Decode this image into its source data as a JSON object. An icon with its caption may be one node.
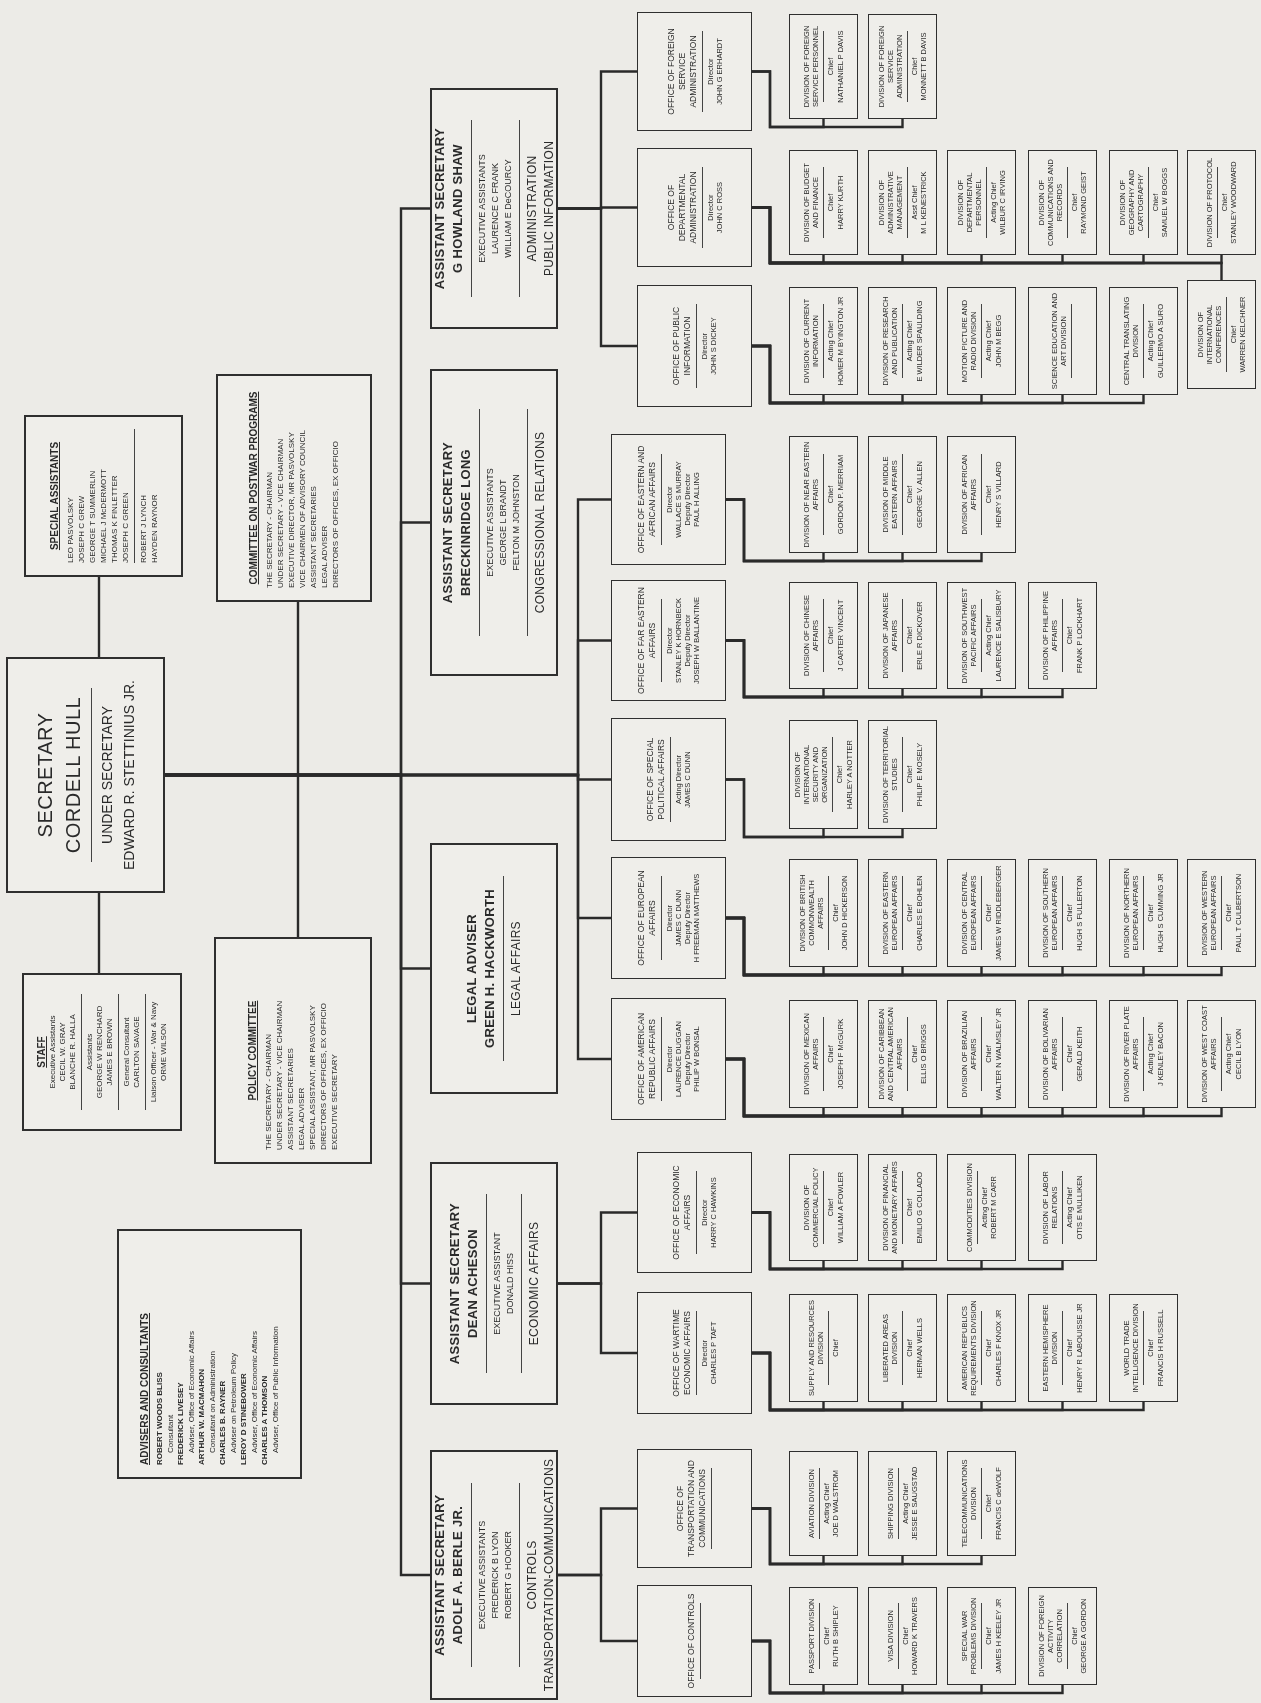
{
  "diagram": {
    "nodes": [
      {
        "text": [
          "SECRETARY",
          "CORDELL HULL",
          "UNDER SECRETARY",
          "EDWARD R. STETTINIUS JR."
        ]
      },
      {
        "text": [
          "SPECIAL ASSISTANTS",
          "LEO PASVOLSKY",
          "JOSEPH C GREW",
          "GEORGE T SUMMERLIN",
          "MICHAEL J McDERMOTT",
          "THOMAS K FINLETTER",
          "JOSEPH C GREEN",
          "ROBERT J LYNCH",
          "HAYDEN RAYNOR"
        ]
      },
      {
        "text": [
          "COMMITTEE ON POSTWAR PROGRAMS",
          "THE SECRETARY - CHAIRMAN",
          "UNDER SECRETARY - VICE CHAIRMAN",
          "EXECUTIVE DIRECTOR, MR PASVOLSKY",
          "VICE CHAIRMEN OF ADVISORY COUNCIL",
          "ASSISTANT SECRETARIES",
          "LEGAL ADVISER",
          "DIRECTORS OF OFFICES, EX OFFICIO"
        ]
      },
      {
        "text": [
          "STAFF",
          "Executive Assistants",
          "CECIL W. GRAY",
          "BLANCHE R. HALLA",
          "Assistants",
          "GEORGE W RENCHARD",
          "JAMES E BROWN",
          "General Consultant",
          "CARLTON SAVAGE",
          "Liaison Officer - War & Navy",
          "ORME WILSON"
        ]
      },
      {
        "text": [
          "POLICY COMMITTEE",
          "THE SECRETARY - CHAIRMAN",
          "UNDER SECRETARY - VICE CHAIRMAN",
          "ASSISTANT SECRETARIES",
          "LEGAL ADVISER",
          "SPECIAL ASSISTANT, MR PASVOLSKY",
          "DIRECTORS OF OFFICES, EX OFFICIO",
          "EXECUTIVE SECRETARY"
        ]
      },
      {
        "text": [
          "ADVISERS AND CONSULTANTS",
          "ROBERT WOODS BLISS",
          "Consultant",
          "FREDERICK LIVESEY",
          "Adviser, Office of Economic Affairs",
          "ARTHUR W. MACMAHON",
          "Consultant on Administration",
          "CHARLES B. RAYNER",
          "Adviser on Petroleum Policy",
          "LEROY D STINEBOWER",
          "Adviser, Office of Economic Affairs",
          "CHARLES A THOMSON",
          "Adviser, Office of Public Information"
        ]
      },
      {
        "text": [
          "ASSISTANT SECRETARY",
          "ADOLF A. BERLE JR.",
          "EXECUTIVE ASSISTANTS",
          "FREDERICK B LYON",
          "ROBERT G HOOKER",
          "CONTROLS",
          "TRANSPORTATION-COMMUNICATIONS"
        ]
      },
      {
        "text": [
          "ASSISTANT SECRETARY",
          "DEAN ACHESON",
          "EXECUTIVE ASSISTANT",
          "DONALD HISS",
          "ECONOMIC AFFAIRS"
        ]
      },
      {
        "text": [
          "LEGAL ADVISER",
          "GREEN H. HACKWORTH",
          "LEGAL AFFAIRS"
        ]
      },
      {
        "text": [
          "ASSISTANT SECRETARY",
          "BRECKINRIDGE LONG",
          "EXECUTIVE ASSISTANTS",
          "GEORGE L BRANDT",
          "FELTON M JOHNSTON",
          "CONGRESSIONAL RELATIONS"
        ]
      },
      {
        "text": [
          "ASSISTANT SECRETARY",
          "G HOWLAND SHAW",
          "EXECUTIVE ASSISTANTS",
          "LAURENCE C FRANK",
          "WILLIAM E DeCOURCY",
          "ADMINISTRATION",
          "PUBLIC INFORMATION"
        ]
      },
      {
        "text": [
          "OFFICE OF CONTROLS"
        ]
      },
      {
        "text": [
          "PASSPORT DIVISION",
          "Chief",
          "RUTH B SHIPLEY"
        ]
      },
      {
        "text": [
          "VISA DIVISION",
          "Chief",
          "HOWARD K TRAVERS"
        ]
      },
      {
        "text": [
          "SPECIAL WAR PROBLEMS DIVISION",
          "Chief",
          "JAMES H KEELEY JR"
        ]
      },
      {
        "text": [
          "DIVISION OF FOREIGN ACTIVITY CORRELATION",
          "Chief",
          "GEORGE A GORDON"
        ]
      },
      {
        "text": [
          "OFFICE OF TRANSPORTATION AND COMMUNICATIONS"
        ]
      },
      {
        "text": [
          "AVIATION DIVISION",
          "Acting Chief",
          "JOE D WALSTROM"
        ]
      },
      {
        "text": [
          "SHIPPING DIVISION",
          "Acting Chief",
          "JESSE E SAUGSTAD"
        ]
      },
      {
        "text": [
          "TELECOMMUNICATIONS DIVISION",
          "Chief",
          "FRANCIS C deWOLF"
        ]
      },
      {
        "text": [
          "OFFICE OF WARTIME ECONOMIC AFFAIRS",
          "Director",
          "CHARLES P TAFT"
        ]
      },
      {
        "text": [
          "SUPPLY AND RESOURCES DIVISION",
          "Chief"
        ]
      },
      {
        "text": [
          "LIBERATED AREAS DIVISION",
          "Chief",
          "HERMAN WELLS"
        ]
      },
      {
        "text": [
          "AMERICAN REPUBLICS REQUIREMENTS DIVISION",
          "Chief",
          "CHARLES F KNOX JR"
        ]
      },
      {
        "text": [
          "EASTERN HEMISPHERE DIVISION",
          "Chief",
          "HENRY R LABOUISSE JR"
        ]
      },
      {
        "text": [
          "WORLD TRADE INTELLIGENCE DIVISION",
          "Chief",
          "FRANCIS H RUSSELL"
        ]
      },
      {
        "text": [
          "OFFICE OF ECONOMIC AFFAIRS",
          "Director",
          "HARRY C HAWKINS"
        ]
      },
      {
        "text": [
          "DIVISION OF COMMERCIAL POLICY",
          "Chief",
          "WILLIAM A FOWLER"
        ]
      },
      {
        "text": [
          "DIVISION OF FINANCIAL AND MONETARY AFFAIRS",
          "Chief",
          "EMILIO G COLLADO"
        ]
      },
      {
        "text": [
          "COMMODITIES DIVISION",
          "Acting Chief",
          "ROBERT M CARR"
        ]
      },
      {
        "text": [
          "DIVISION OF LABOR RELATIONS",
          "Acting Chief",
          "OTIS E MULLIKEN"
        ]
      },
      {
        "text": [
          "OFFICE OF AMERICAN REPUBLIC AFFAIRS",
          "Director",
          "LAURENCE DUGGAN",
          "Deputy Director",
          "PHILIP W BONSAL"
        ]
      },
      {
        "text": [
          "DIVISION OF MEXICAN AFFAIRS",
          "Chief",
          "JOSEPH F McGURK"
        ]
      },
      {
        "text": [
          "DIVISION OF CARIBBEAN AND CENTRAL AMERICAN AFFAIRS",
          "Chief",
          "ELLIS O BRIGGS"
        ]
      },
      {
        "text": [
          "DIVISION OF BRAZILIAN AFFAIRS",
          "Chief",
          "WALTER N WALMSLEY JR"
        ]
      },
      {
        "text": [
          "DIVISION OF BOLIVARIAN AFFAIRS",
          "Chief",
          "GERALD KEITH"
        ]
      },
      {
        "text": [
          "DIVISION OF RIVER PLATE AFFAIRS",
          "Acting Chief",
          "J KENLEY BACON"
        ]
      },
      {
        "text": [
          "DIVISION OF WEST COAST AFFAIRS",
          "Acting Chief",
          "CECIL B LYON"
        ]
      },
      {
        "text": [
          "OFFICE OF EUROPEAN AFFAIRS",
          "Director",
          "JAMES C DUNN",
          "Deputy Director",
          "H FREEMAN MATTHEWS"
        ]
      },
      {
        "text": [
          "DIVISION OF BRITISH COMMONWEALTH AFFAIRS",
          "Chief",
          "JOHN D HICKERSON"
        ]
      },
      {
        "text": [
          "DIVISION OF EASTERN EUROPEAN AFFAIRS",
          "Chief",
          "CHARLES E BOHLEN"
        ]
      },
      {
        "text": [
          "DIVISION OF CENTRAL EUROPEAN AFFAIRS",
          "Chief",
          "JAMES W RIDDLEBERGER"
        ]
      },
      {
        "text": [
          "DIVISION OF SOUTHERN EUROPEAN AFFAIRS",
          "Chief",
          "HUGH S FULLERTON"
        ]
      },
      {
        "text": [
          "DIVISION OF NORTHERN EUROPEAN AFFAIRS",
          "Chief",
          "HUGH S CUMMING JR"
        ]
      },
      {
        "text": [
          "DIVISION OF WESTERN EUROPEAN AFFAIRS",
          "Chief",
          "PAUL T CULBERTSON"
        ]
      },
      {
        "text": [
          "OFFICE OF SPECIAL POLITICAL AFFAIRS",
          "Acting Director",
          "JAMES C DUNN"
        ]
      },
      {
        "text": [
          "DIVISION OF INTERNATIONAL SECURITY AND ORGANIZATION",
          "Chief",
          "HARLEY A NOTTER"
        ]
      },
      {
        "text": [
          "DIVISION OF TERRITORIAL STUDIES",
          "Chief",
          "PHILIP E MOSELY"
        ]
      },
      {
        "text": [
          "OFFICE OF FAR EASTERN AFFAIRS",
          "Director",
          "STANLEY K HORNBECK",
          "Deputy Director",
          "JOSEPH W BALLANTINE"
        ]
      },
      {
        "text": [
          "DIVISION OF CHINESE AFFAIRS",
          "Chief",
          "J CARTER VINCENT"
        ]
      },
      {
        "text": [
          "DIVISION OF JAPANESE AFFAIRS",
          "Chief",
          "ERLE R DICKOVER"
        ]
      },
      {
        "text": [
          "DIVISION OF SOUTHWEST PACIFIC AFFAIRS",
          "Acting Chief",
          "LAURENCE E SALISBURY"
        ]
      },
      {
        "text": [
          "DIVISION OF PHILIPPINE AFFAIRS",
          "Chief",
          "FRANK P LOCKHART"
        ]
      },
      {
        "text": [
          "OFFICE OF EASTERN AND AFRICAN AFFAIRS",
          "Director",
          "WALLACE S MURRAY",
          "Deputy Director",
          "PAUL H ALLING"
        ]
      },
      {
        "text": [
          "DIVISION OF NEAR EASTERN AFFAIRS",
          "Chief",
          "GORDON P. MERRIAM"
        ]
      },
      {
        "text": [
          "DIVISION OF MIDDLE EASTERN AFFAIRS",
          "Chief",
          "GEORGE V. ALLEN"
        ]
      },
      {
        "text": [
          "DIVISION OF AFRICAN AFFAIRS",
          "Chief",
          "HENRY S VILLARD"
        ]
      },
      {
        "text": [
          "OFFICE OF PUBLIC INFORMATION",
          "Director",
          "JOHN S DICKEY"
        ]
      },
      {
        "text": [
          "DIVISION OF CURRENT INFORMATION",
          "Acting Chief",
          "HOMER M BYINGTON JR"
        ]
      },
      {
        "text": [
          "DIVISION OF RESEARCH AND PUBLICATION",
          "Acting Chief",
          "E WILDER SPAULDING"
        ]
      },
      {
        "text": [
          "MOTION PICTURE AND RADIO DIVISION",
          "Acting Chief",
          "JOHN M BEGG"
        ]
      },
      {
        "text": [
          "SCIENCE EDUCATION AND ART DIVISION"
        ]
      },
      {
        "text": [
          "CENTRAL TRANSLATING DIVISION",
          "Acting Chief",
          "GUILLERMO A SURO"
        ]
      },
      {
        "text": [
          "OFFICE OF DEPARTMENTAL ADMINISTRATION",
          "Director",
          "JOHN C ROSS"
        ]
      },
      {
        "text": [
          "DIVISION OF BUDGET AND FINANCE",
          "Chief",
          "HARRY KURTH"
        ]
      },
      {
        "text": [
          "DIVISION OF ADMINISTRATIVE MANAGEMENT",
          "Asst Chief",
          "M L KENESTRICK"
        ]
      },
      {
        "text": [
          "DIVISION OF DEPARTMENTAL PERSONNEL",
          "Acting Chief",
          "WILBUR C IRVING"
        ]
      },
      {
        "text": [
          "DIVISION OF COMMUNICATIONS AND RECORDS",
          "Chief",
          "RAYMOND GEIST"
        ]
      },
      {
        "text": [
          "DIVISION OF GEOGRAPHY AND CARTOGRAPHY",
          "Chief",
          "SAMUEL W BOGGS"
        ]
      },
      {
        "text": [
          "DIVISION OF PROTOCOL",
          "Chief",
          "STANLEY WOODWARD"
        ]
      },
      {
        "text": [
          "DIVISION OF INTERNATIONAL CONFERENCES",
          "Chief",
          "WARREN KELCHNER"
        ]
      },
      {
        "text": [
          "OFFICE OF FOREIGN SERVICE ADMINISTRATION",
          "Director",
          "JOHN G ERHARDT"
        ]
      },
      {
        "text": [
          "DIVISION OF FOREIGN SERVICE PERSONNEL",
          "Chief",
          "NATHANIEL P DAVIS"
        ]
      },
      {
        "text": [
          "DIVISION OF FOREIGN SERVICE ADMINISTRATION",
          "Chief",
          "MONNETT B DAVIS"
        ]
      }
    ],
    "edges": [
      {
        "from": 0,
        "to": 1,
        "arrow": "none"
      },
      {
        "from": 0,
        "to": 3,
        "arrow": "none"
      },
      {
        "from": 0,
        "to": 2,
        "arrow": "none"
      },
      {
        "from": 0,
        "to": 4,
        "arrow": "none"
      },
      {
        "from": 0,
        "to": 6,
        "arrow": "none"
      },
      {
        "from": 0,
        "to": 7,
        "arrow": "none"
      },
      {
        "from": 0,
        "to": 8,
        "arrow": "none"
      },
      {
        "from": 0,
        "to": 9,
        "arrow": "none"
      },
      {
        "from": 0,
        "to": 10,
        "arrow": "none"
      },
      {
        "from": 6,
        "to": 11,
        "arrow": "none"
      },
      {
        "from": 6,
        "to": 16,
        "arrow": "none"
      },
      {
        "from": 7,
        "to": 20,
        "arrow": "none"
      },
      {
        "from": 7,
        "to": 26,
        "arrow": "none"
      },
      {
        "from": 0,
        "to": 31,
        "arrow": "none"
      },
      {
        "from": 0,
        "to": 38,
        "arrow": "none"
      },
      {
        "from": 0,
        "to": 45,
        "arrow": "none"
      },
      {
        "from": 0,
        "to": 48,
        "arrow": "none"
      },
      {
        "from": 0,
        "to": 53,
        "arrow": "none"
      },
      {
        "from": 10,
        "to": 57,
        "arrow": "none"
      },
      {
        "from": 10,
        "to": 63,
        "arrow": "none"
      },
      {
        "from": 10,
        "to": 71,
        "arrow": "none"
      },
      {
        "from": 11,
        "to": 12,
        "arrow": "none"
      },
      {
        "from": 11,
        "to": 13,
        "arrow": "none"
      },
      {
        "from": 11,
        "to": 14,
        "arrow": "none"
      },
      {
        "from": 11,
        "to": 15,
        "arrow": "none"
      },
      {
        "from": 16,
        "to": 17,
        "arrow": "none"
      },
      {
        "from": 16,
        "to": 18,
        "arrow": "none"
      },
      {
        "from": 16,
        "to": 19,
        "arrow": "none"
      },
      {
        "from": 20,
        "to": 21,
        "arrow": "none"
      },
      {
        "from": 20,
        "to": 22,
        "arrow": "none"
      },
      {
        "from": 20,
        "to": 23,
        "arrow": "none"
      },
      {
        "from": 20,
        "to": 24,
        "arrow": "none"
      },
      {
        "from": 20,
        "to": 25,
        "arrow": "none"
      },
      {
        "from": 26,
        "to": 27,
        "arrow": "none"
      },
      {
        "from": 26,
        "to": 28,
        "arrow": "none"
      },
      {
        "from": 26,
        "to": 29,
        "arrow": "none"
      },
      {
        "from": 26,
        "to": 30,
        "arrow": "none"
      },
      {
        "from": 31,
        "to": 32,
        "arrow": "none"
      },
      {
        "from": 31,
        "to": 33,
        "arrow": "none"
      },
      {
        "from": 31,
        "to": 34,
        "arrow": "none"
      },
      {
        "from": 31,
        "to": 35,
        "arrow": "none"
      },
      {
        "from": 31,
        "to": 36,
        "arrow": "none"
      },
      {
        "from": 31,
        "to": 37,
        "arrow": "none"
      },
      {
        "from": 38,
        "to": 39,
        "arrow": "none"
      },
      {
        "from": 38,
        "to": 40,
        "arrow": "none"
      },
      {
        "from": 38,
        "to": 41,
        "arrow": "none"
      },
      {
        "from": 38,
        "to": 42,
        "arrow": "none"
      },
      {
        "from": 38,
        "to": 43,
        "arrow": "none"
      },
      {
        "from": 38,
        "to": 44,
        "arrow": "none"
      },
      {
        "from": 45,
        "to": 46,
        "arrow": "none"
      },
      {
        "from": 45,
        "to": 47,
        "arrow": "none"
      },
      {
        "from": 48,
        "to": 49,
        "arrow": "none"
      },
      {
        "from": 48,
        "to": 50,
        "arrow": "none"
      },
      {
        "from": 48,
        "to": 51,
        "arrow": "none"
      },
      {
        "from": 48,
        "to": 52,
        "arrow": "none"
      },
      {
        "from": 53,
        "to": 54,
        "arrow": "none"
      },
      {
        "from": 53,
        "to": 55,
        "arrow": "none"
      },
      {
        "from": 53,
        "to": 56,
        "arrow": "none"
      },
      {
        "from": 57,
        "to": 58,
        "arrow": "none"
      },
      {
        "from": 57,
        "to": 59,
        "arrow": "none"
      },
      {
        "from": 57,
        "to": 60,
        "arrow": "none"
      },
      {
        "from": 57,
        "to": 61,
        "arrow": "none"
      },
      {
        "from": 57,
        "to": 62,
        "arrow": "none"
      },
      {
        "from": 63,
        "to": 64,
        "arrow": "none"
      },
      {
        "from": 63,
        "to": 65,
        "arrow": "none"
      },
      {
        "from": 63,
        "to": 66,
        "arrow": "none"
      },
      {
        "from": 63,
        "to": 67,
        "arrow": "none"
      },
      {
        "from": 63,
        "to": 68,
        "arrow": "none"
      },
      {
        "from": 63,
        "to": 69,
        "arrow": "none"
      },
      {
        "from": 63,
        "to": 70,
        "arrow": "none"
      },
      {
        "from": 71,
        "to": 72,
        "arrow": "none"
      },
      {
        "from": 71,
        "to": 73,
        "arrow": "none"
      }
    ]
  }
}
